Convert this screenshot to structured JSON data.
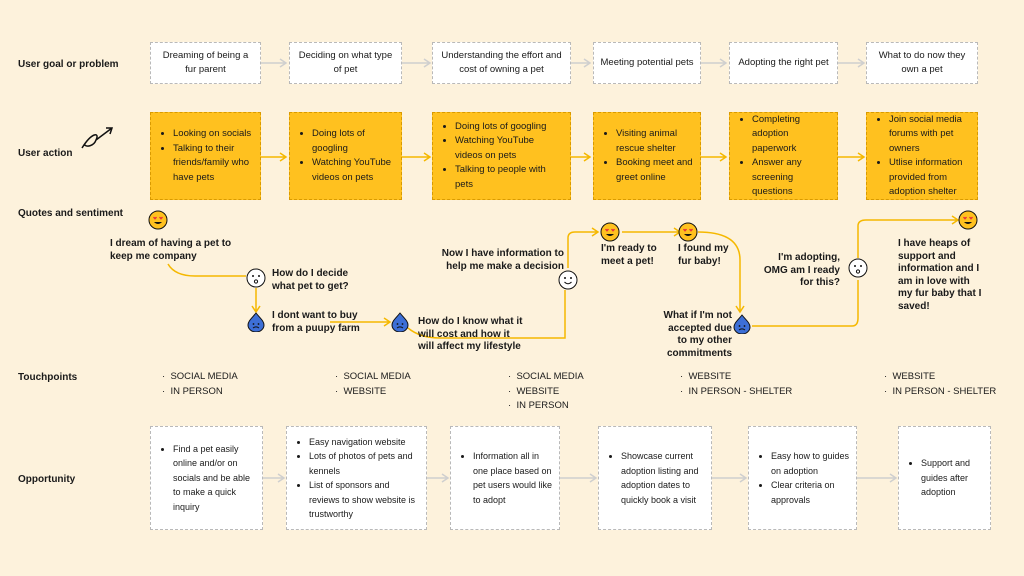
{
  "rows": {
    "goal": "User goal or problem",
    "action": "User action",
    "quotes": "Quotes and sentiment",
    "touchpoints": "Touchpoints",
    "opportunity": "Opportunity"
  },
  "goals": [
    "Dreaming of being a fur parent",
    "Deciding on what type of pet",
    "Understanding the effort and cost of owning  a pet",
    "Meeting potential pets",
    "Adopting the right pet",
    "What to do now they own a pet"
  ],
  "actions": [
    [
      "Looking on socials",
      "Talking to their friends/family who have pets"
    ],
    [
      "Doing lots of googling",
      "Watching YouTube videos on pets"
    ],
    [
      "Doing lots of googling",
      "Watching YouTube videos on pets",
      "Talking to people with pets"
    ],
    [
      "Visiting animal rescue shelter",
      "Booking meet and greet online"
    ],
    [
      "Completing adoption paperwork",
      "Answer any screening questions"
    ],
    [
      "Join social media forums with pet owners",
      "Utlise information provided from adoption shelter"
    ]
  ],
  "quotes": [
    "I dream of having a pet to keep me company",
    "How do I decide what pet to get?",
    "I dont want to buy from a puupy farm",
    "How do I know what it will cost and how it will affect my lifestyle",
    "Now I have information to help me make a decision",
    "I'm ready to meet a pet!",
    "I found my fur baby!",
    "What if I'm not accepted due to my other commitments",
    "I'm adopting, OMG am I ready for this?",
    "I have heaps of support and information and I am in love with my fur baby that I saved!"
  ],
  "touchpoints": [
    [
      "SOCIAL MEDIA",
      "IN PERSON"
    ],
    [
      "SOCIAL MEDIA",
      "WEBSITE"
    ],
    [
      "SOCIAL MEDIA",
      "WEBSITE",
      "IN PERSON"
    ],
    [
      "WEBSITE",
      "IN PERSON - SHELTER"
    ],
    [
      "WEBSITE",
      "IN PERSON - SHELTER"
    ]
  ],
  "opportunities": [
    [
      "Find a pet easily online and/or on socials and be able to make a quick inquiry"
    ],
    [
      "Easy navigation website",
      "Lots of photos of pets and kennels",
      "List of sponsors and reviews to show website is trustworthy"
    ],
    [
      "Information all in one place based on pet users would like to adopt"
    ],
    [
      "Showcase current adoption listing and adoption dates to quickly book a visit"
    ],
    [
      "Easy how to guides on adoption",
      "Clear criteria on approvals"
    ],
    [
      "Support and guides after adoption"
    ]
  ],
  "colors": {
    "accent": "#ffc11f",
    "line": "#f5b800",
    "sad": "#3d6fd6"
  }
}
